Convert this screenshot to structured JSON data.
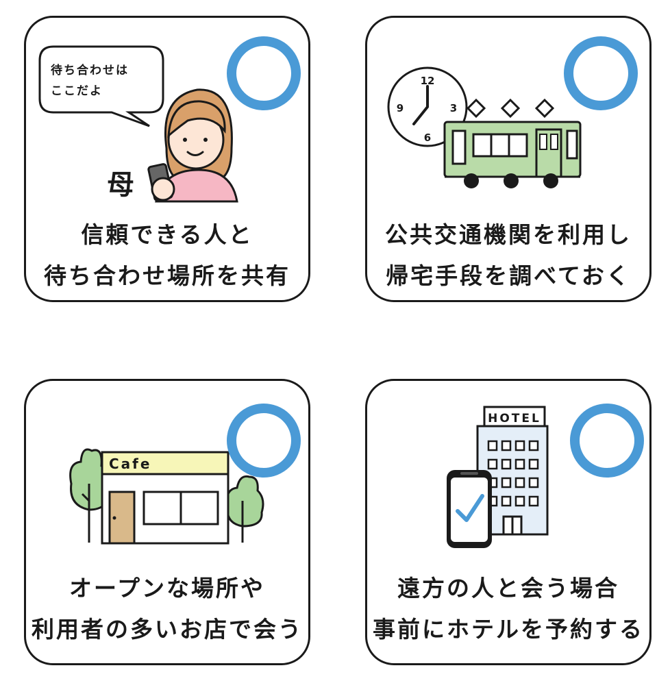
{
  "colors": {
    "outline": "#1a1a1a",
    "ok_circle": "#4a9ad6",
    "train_green": "#b9dba8",
    "tree_green": "#a8d59a",
    "cafe_sign": "#f7f6b8",
    "door": "#d9b98a",
    "hotel_blue": "#e4eef8",
    "check_blue": "#4a9ad6",
    "skin": "#fde6d6",
    "hair": "#d9a06a",
    "shirt": "#f6b7c4"
  },
  "cards": [
    {
      "id": "meet-trusted",
      "mark": "ok",
      "speech_bubble": [
        "待ち合わせは",
        "ここだよ"
      ],
      "mother_label": "母",
      "lines": [
        "信頼できる人と",
        "待ち合わせ場所を共有"
      ]
    },
    {
      "id": "transport",
      "mark": "ok",
      "clock_numbers": [
        "12",
        "3",
        "6",
        "9"
      ],
      "lines": [
        "公共交通機関を利用し",
        "帰宅手段を調べておく"
      ]
    },
    {
      "id": "open-place",
      "mark": "ok",
      "cafe_sign": "Cafe",
      "lines": [
        "オープンな場所や",
        "利用者の多いお店で会う"
      ]
    },
    {
      "id": "hotel",
      "mark": "ok",
      "hotel_sign": "HOTEL",
      "lines": [
        "遠方の人と会う場合",
        "事前にホテルを予約する"
      ]
    }
  ]
}
